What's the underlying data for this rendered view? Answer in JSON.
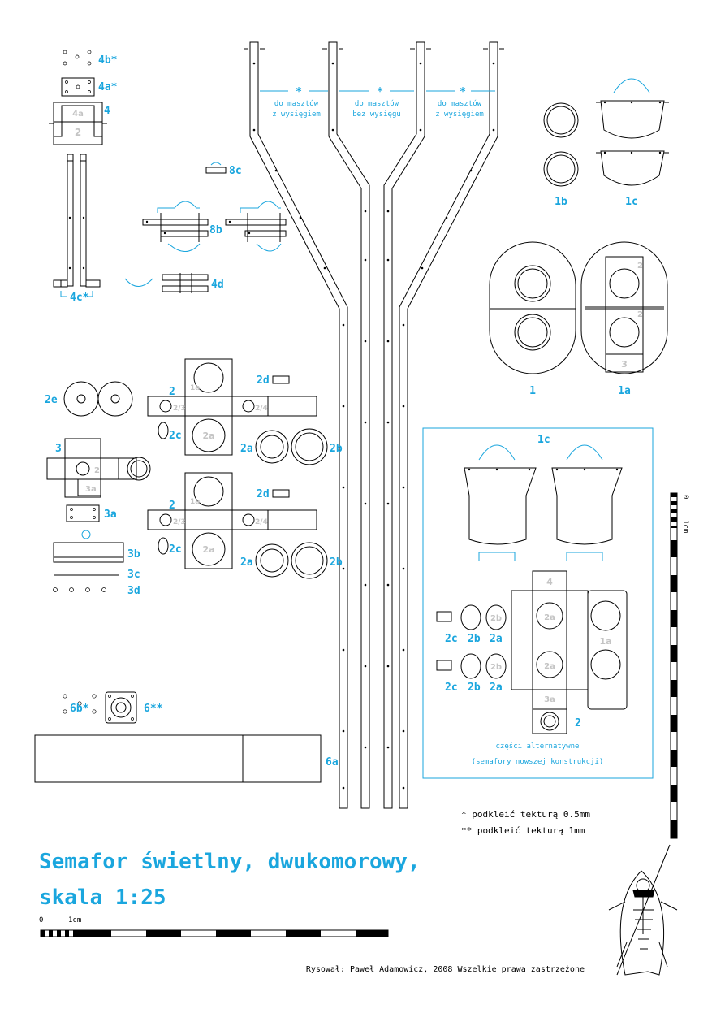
{
  "title": {
    "line1": "Semafor świetlny, dwukomorowy,",
    "line2": "skala 1:25"
  },
  "credit": "Rysował: Paweł Adamowicz, 2008    Wszelkie prawa zastrzeżone",
  "notes": {
    "n1": "*   podkleić tekturą 0.5mm",
    "n2": "**  podkleić tekturą 1mm"
  },
  "scale": {
    "zero": "0",
    "one": "1cm"
  },
  "masts": [
    {
      "star": "*",
      "line1": "do masztów",
      "line2": "z wysięgiem"
    },
    {
      "star": "*",
      "line1": "do masztów",
      "line2": "bez wysięgu"
    },
    {
      "star": "*",
      "line1": "do masztów",
      "line2": "z wysięgiem"
    }
  ],
  "labels": {
    "p4bs": "4b*",
    "p4as": "4a*",
    "p4": "4",
    "p4c": "4c*",
    "p8c": "8c",
    "p8b": "8b",
    "p4d": "4d",
    "p1b": "1b",
    "p1c": "1c",
    "p1": "1",
    "p1a": "1a",
    "p2e": "2e",
    "p3": "3",
    "p3a": "3a",
    "p3b": "3b",
    "p3c": "3c",
    "p3d": "3d",
    "p2": "2",
    "p2d": "2d",
    "p2c": "2c",
    "p2a": "2a",
    "p2b": "2b",
    "p6b": "6b*",
    "p6": "6**",
    "p6a": "6a"
  },
  "gray": {
    "g4a": "4a",
    "g2": "2",
    "g1a": "1a",
    "g23": "2/3",
    "g24": "2/4",
    "g2a": "2a",
    "g3a": "3a",
    "g3": "3",
    "g4": "4",
    "g2b": "2b"
  },
  "alt": {
    "title": "1c",
    "caption1": "części alternatywne",
    "caption2": "(semafory nowszej konstrukcji)",
    "l2c": "2c",
    "l2b": "2b",
    "l2a": "2a",
    "l2": "2"
  }
}
